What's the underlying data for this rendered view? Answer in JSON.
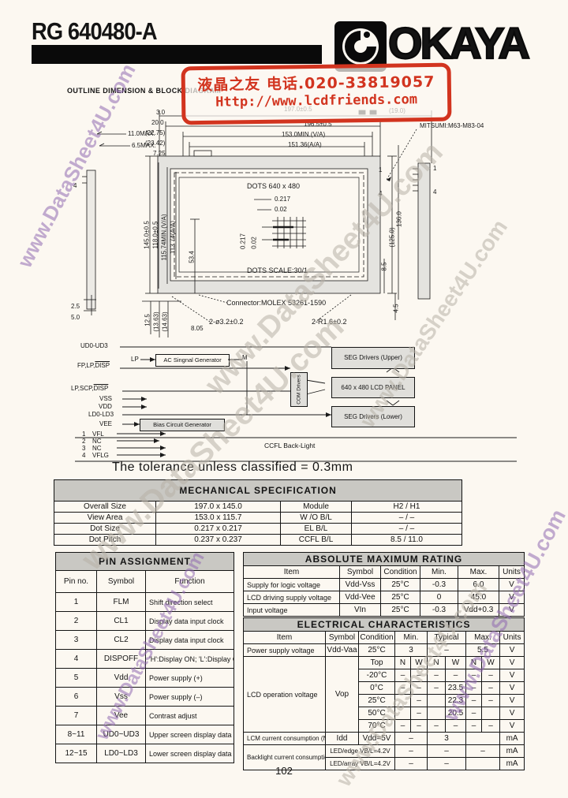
{
  "header": {
    "title": "RG 640480-A",
    "brand": "OKAYA"
  },
  "stamp": {
    "line1": "液晶之友 电话.020-33819057",
    "line2": "Http://www.lcdfriends.com"
  },
  "watermark": "www.DataSheet4U.com",
  "section_heading": "OUTLINE DIMENSION & BLOCK DIAGRAM",
  "tolerance_note": "The tolerance unless classified = 0.3mm",
  "page_number": "102",
  "drawing": {
    "d197": "197.0±0.5",
    "d1965": "196.5±0.5",
    "d153": "153.0MIN.(V/A)",
    "d15136": "151.36(A/A)",
    "d30": "3.0",
    "d200": "20.0",
    "d2275": "(22.75)",
    "d2342": "(23.42)",
    "d725": "7.25",
    "d110": "11.0MAX.",
    "d65": "6.5MAX.",
    "d1450": "145.0±0.5",
    "d1180": "118.0±0.5",
    "d11574": "115.74MIN.(V/A)",
    "d11374": "113.74(A/A)",
    "d534": "53.4",
    "d125": "12.5",
    "d1363": "(13.63)",
    "d1463": "(14.63)",
    "d25": "2.5",
    "d50": "5.0",
    "d805": "8.05",
    "dots": "DOTS 640 x 480",
    "p217": "0.217",
    "p002": "0.02",
    "v217": "0.217",
    "v002": "0.02",
    "scale": "DOTS SCALE:30/1",
    "connector": "Connector:MOLEX 53261-1590",
    "hole": "2-ø3.2±0.2",
    "radius": "2-R1.6±0.2",
    "mitsumi": "MITSUMI:M63-M83-04",
    "r1250": "(125.0)",
    "r1360": "136.0",
    "r85": "8.5",
    "r45": "4.5",
    "r190": "(19.0)",
    "pin1": "1",
    "pin4": "4"
  },
  "block_diagram": {
    "ud": "UD0-UD3",
    "lp": "LP",
    "m": "M",
    "ac": "AC Singnal Generator",
    "fp": "FP,LP,",
    "disp1": "DISP",
    "lpscp": "LP,SCP,",
    "disp2": "DISP",
    "vss": "VSS",
    "vdd": "VDD",
    "ld": "LD0-LD3",
    "vee": "VEE",
    "bias": "Bias Circuit Generator",
    "com": "COM Drivers",
    "seg_u": "SEG Drivers (Upper)",
    "panel": "640 x 480 LCD PANEL",
    "seg_l": "SEG Drivers (Lower)",
    "ccfl": "CCFL Back-Light",
    "pins": [
      {
        "no": "1",
        "name": "VFL"
      },
      {
        "no": "2",
        "name": "NC"
      },
      {
        "no": "3",
        "name": "NC"
      },
      {
        "no": "4",
        "name": "VFLG"
      }
    ]
  },
  "mechanical_spec": {
    "title": "MECHANICAL SPECIFICATION",
    "rows": [
      [
        "Overall Size",
        "197.0 x 145.0",
        "Module",
        "H2 / H1"
      ],
      [
        "View Area",
        "153.0 x 115.7",
        "W /O  B/L",
        "– / –"
      ],
      [
        "Dot Size",
        "0.217 x 0.217",
        "EL B/L",
        "– / –"
      ],
      [
        "Dot Pitch",
        "0.237 x 0.237",
        "CCFL B/L",
        "8.5 / 11.0"
      ]
    ]
  },
  "pin_assignment": {
    "title": "PIN ASSIGNMENT",
    "headers": [
      "Pin no.",
      "Symbol",
      "Function"
    ],
    "rows": [
      [
        "1",
        "FLM",
        "Shift direction select"
      ],
      [
        "2",
        "CL1",
        "Display data input clock"
      ],
      [
        "3",
        "CL2",
        "Display data input clock"
      ],
      [
        "4",
        "DISPOFF",
        "'H':Display ON; 'L':Display OFF"
      ],
      [
        "5",
        "Vdd",
        "Power supply (+)"
      ],
      [
        "6",
        "Vss",
        "Power supply (–)"
      ],
      [
        "7",
        "Vee",
        "Contrast adjust"
      ],
      [
        "8~11",
        "UD0~UD3",
        "Upper screen display data"
      ],
      [
        "12~15",
        "LD0~LD3",
        "Lower screen display data"
      ]
    ]
  },
  "absolute_max": {
    "title": "ABSOLUTE MAXIMUM RATING",
    "headers": [
      "Item",
      "Symbol",
      "Condition",
      "Min.",
      "Max.",
      "Units"
    ],
    "rows": [
      [
        "Supply for logic voltage",
        "Vdd-Vss",
        "25°C",
        "-0.3",
        "6.0",
        "V"
      ],
      [
        "LCD driving supply voltage",
        "Vdd-Vee",
        "25°C",
        "0",
        "45.0",
        "V"
      ],
      [
        "Input voltage",
        "VIn",
        "25°C",
        "-0.3",
        "Vdd+0.3",
        "V"
      ]
    ]
  },
  "electrical": {
    "title": "ELECTRICAL CHARACTERISTICS",
    "headers": [
      "Item",
      "Symbol",
      "Condition",
      "Min.",
      "Typical",
      "Max.",
      "Units"
    ],
    "power_row": [
      "Power supply voltage",
      "Vdd-Vaa",
      "25°C",
      "3",
      "–",
      "5.5",
      "V"
    ],
    "vop_item": "LCD operation voltage",
    "vop_symbol": "Vop",
    "vop_rows": [
      [
        "Top",
        "N",
        "W",
        "N",
        "W",
        "N",
        "W",
        "V"
      ],
      [
        "-20°C",
        "–",
        "–",
        "–",
        "–",
        "–",
        "–",
        "V"
      ],
      [
        "0°C",
        "–",
        "–",
        "–",
        "23.5",
        "–",
        "–",
        "V"
      ],
      [
        "25°C",
        "",
        "–",
        "",
        "22.3",
        "–",
        "–",
        "V"
      ],
      [
        "50°C",
        "",
        "–",
        "",
        "20.5",
        "–",
        "",
        "V"
      ],
      [
        "70°C",
        "–",
        "–",
        "–",
        "–",
        "–",
        "–",
        "V"
      ]
    ],
    "idd_row": [
      "LCM current consumption (No B/L)",
      "Idd",
      "Vdd=5V",
      "–",
      "3",
      "",
      "mA"
    ],
    "bl_item": "Backlight current consumption",
    "bl_rows": [
      [
        "LED/edge VB/L=4.2V",
        "–",
        "–",
        "–",
        "mA"
      ],
      [
        "LED/array VB/L=4.2V",
        "–",
        "–",
        "",
        "mA"
      ]
    ]
  }
}
